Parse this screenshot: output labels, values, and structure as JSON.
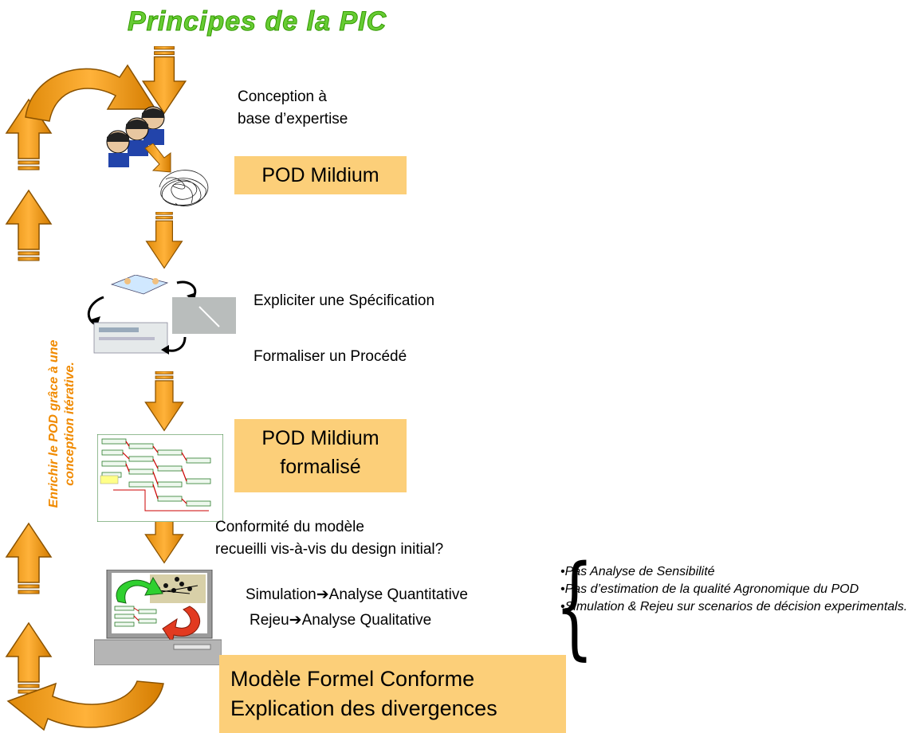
{
  "title": "Principes de la PIC",
  "side_label": [
    "Enrichir le POD grâce à une",
    "conception itérative."
  ],
  "steps": {
    "conception": [
      "Conception à",
      "base d’expertise"
    ],
    "pod_mildium": "POD Mildium",
    "expliciter": "Expliciter une Spécification",
    "formaliser": "Formaliser un Procédé",
    "pod_formalise": [
      "POD Mildium",
      "formalisé"
    ],
    "conformite": [
      "Conformité du modèle",
      "recueilli vis-à-vis du design initial?"
    ],
    "simulation": [
      "Simulation",
      "Analyse Quantitative"
    ],
    "rejeu": [
      "Rejeu",
      "Analyse Qualitative"
    ],
    "modele": [
      "Modèle Formel Conforme",
      "Explication des divergences"
    ]
  },
  "notes": [
    "Pas Analyse de Sensibilité",
    "Pas d’estimation de la qualité Agronomique du POD",
    "Simulation & Rejeu sur scenarios de décision experimentals."
  ],
  "colors": {
    "arrow": "#f7a21b",
    "arrow_dark": "#c96f00",
    "box": "#fccf79",
    "title": "#66cc33",
    "side": "#f08a00"
  }
}
